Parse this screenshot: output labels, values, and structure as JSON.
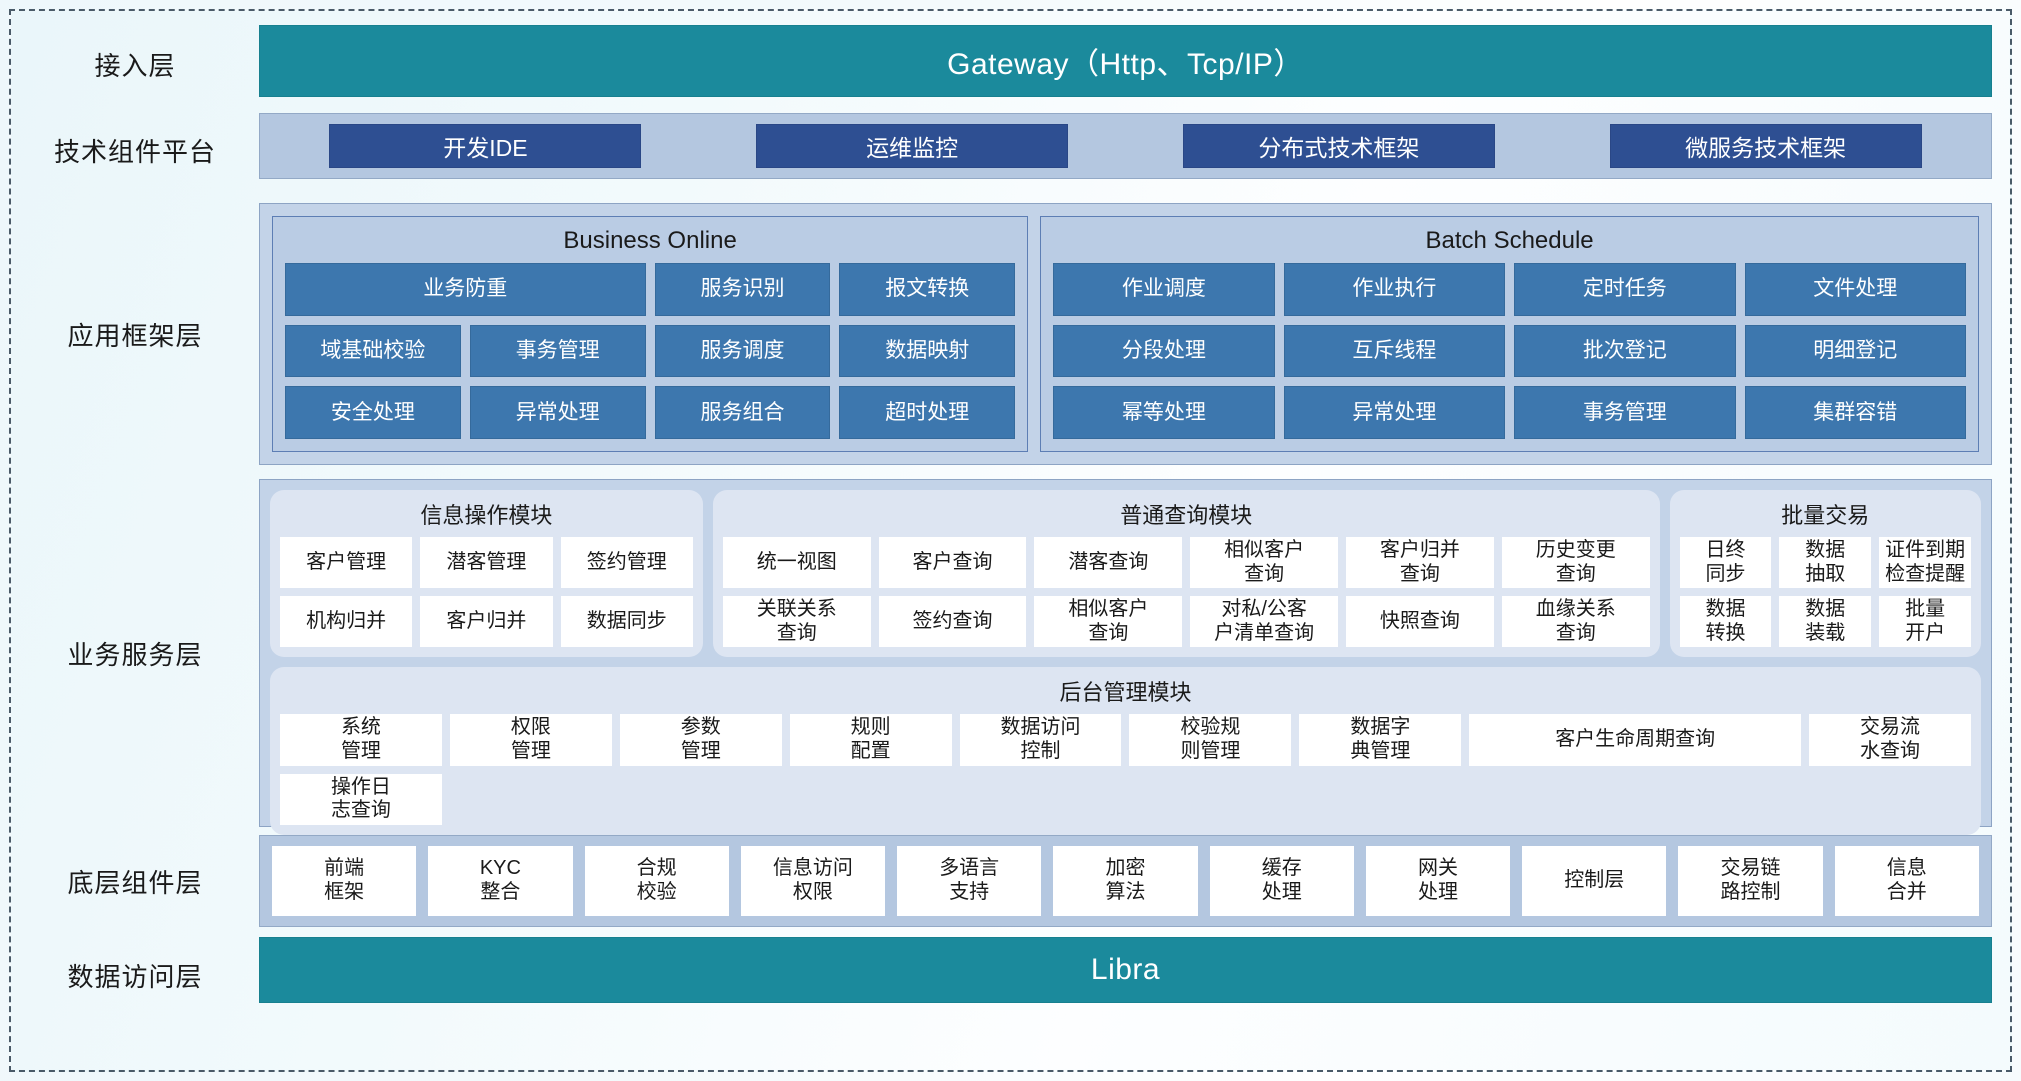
{
  "layers": {
    "access": {
      "label": "接入层",
      "bar": "Gateway（Http、Tcp/IP）"
    },
    "tech_platform": {
      "label": "技术组件平台",
      "chips": [
        "开发IDE",
        "运维监控",
        "分布式技术框架",
        "微服务技术框架"
      ]
    },
    "app_framework": {
      "label": "应用框架层",
      "panels": [
        {
          "title": "Business Online",
          "cells": [
            "业务防重",
            "服务识别",
            "报文转换",
            "域基础校验",
            "事务管理",
            "服务调度",
            "数据映射",
            "安全处理",
            "异常处理",
            "服务组合",
            "超时处理"
          ]
        },
        {
          "title": "Batch Schedule",
          "cells": [
            "作业调度",
            "作业执行",
            "定时任务",
            "文件处理",
            "分段处理",
            "互斥线程",
            "批次登记",
            "明细登记",
            "幂等处理",
            "异常处理",
            "事务管理",
            "集群容错"
          ]
        }
      ]
    },
    "business_service": {
      "label": "业务服务层",
      "info_module": {
        "title": "信息操作模块",
        "cells": [
          "客户管理",
          "潜客管理",
          "签约管理",
          "机构归并",
          "客户归并",
          "数据同步"
        ]
      },
      "query_module": {
        "title": "普通查询模块",
        "cells": [
          "统一视图",
          "客户查询",
          "潜客查询",
          "相似客户\n查询",
          "客户归并\n查询",
          "历史变更\n查询",
          "关联关系\n查询",
          "签约查询",
          "相似客户\n查询",
          "对私/公客\n户清单查询",
          "快照查询",
          "血缘关系\n查询"
        ]
      },
      "batch_tx_module": {
        "title": "批量交易",
        "cells": [
          "日终\n同步",
          "数据\n抽取",
          "证件到期\n检查提醒",
          "数据\n转换",
          "数据\n装载",
          "批量\n开户"
        ]
      },
      "admin_module": {
        "title": "后台管理模块",
        "cells": [
          "系统\n管理",
          "权限\n管理",
          "参数\n管理",
          "规则\n配置",
          "数据访问\n控制",
          "校验规\n则管理",
          "数据字\n典管理",
          "客户生命周期查询",
          "交易流\n水查询",
          "操作日\n志查询"
        ]
      }
    },
    "bottom_components": {
      "label": "底层组件层",
      "cells": [
        "前端\n框架",
        "KYC\n整合",
        "合规\n校验",
        "信息访问\n权限",
        "多语言\n支持",
        "加密\n算法",
        "缓存\n处理",
        "网关\n处理",
        "控制层",
        "交易链\n路控制",
        "信息\n合并"
      ]
    },
    "data_access": {
      "label": "数据访问层",
      "bar": "Libra"
    }
  },
  "colors": {
    "teal": "#1b8a9c",
    "dark_blue_chip": "#2e4f92",
    "mid_blue_cell": "#3d77ae",
    "band_light": "#b4c7e0",
    "panel_light": "#dde5f2"
  }
}
